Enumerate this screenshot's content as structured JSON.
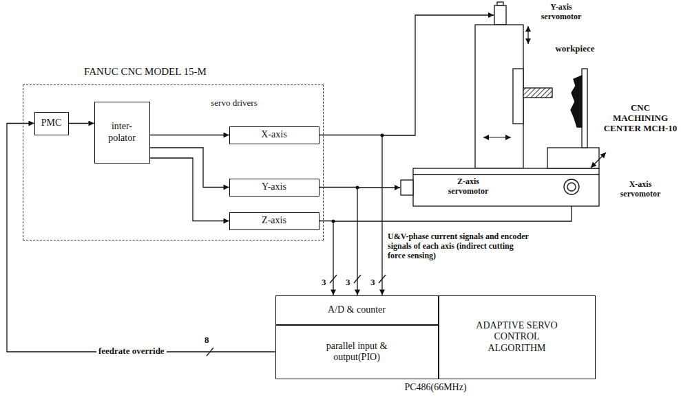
{
  "diagram": {
    "nodes": [
      {
        "text": [
          "FANUC CNC MODEL 15-M"
        ]
      },
      {
        "text": [
          "PMC"
        ],
        "in": 0
      },
      {
        "text": [
          "inter- polator"
        ],
        "in": 0
      },
      {
        "text": [
          "X-axis"
        ],
        "in": 0
      },
      {
        "text": [
          "Y-axis"
        ],
        "in": 0
      },
      {
        "text": [
          "Z-axis"
        ],
        "in": 0
      },
      {
        "text": [
          "PC486(66MHz)"
        ]
      },
      {
        "text": [
          "A/D & counter"
        ],
        "in": 6
      },
      {
        "text": [
          "parallel input & output(PIO)"
        ],
        "in": 6
      },
      {
        "text": [
          "ADAPTIVE SERVO CONTROL ALGORITHM"
        ],
        "in": 6
      }
    ],
    "edges": [
      {
        "from": 1,
        "to": 2,
        "arrow": "to"
      },
      {
        "from": 2,
        "to": 3,
        "arrow": "to"
      },
      {
        "from": 2,
        "to": 4,
        "arrow": "to"
      },
      {
        "from": 2,
        "to": 5,
        "arrow": "to"
      },
      {
        "from": 3,
        "to": 7,
        "label": "3",
        "arrow": "to"
      },
      {
        "from": 4,
        "to": 7,
        "label": "3",
        "arrow": "to"
      },
      {
        "from": 5,
        "to": 7,
        "label": "3",
        "arrow": "to"
      },
      {
        "from": 8,
        "to": 1,
        "label": "8",
        "arrow": "to"
      }
    ],
    "labels": [
      "servo drivers",
      "Y-axis servomotor",
      "workpiece",
      "CNC MACHINING CENTER MCH-10",
      "X-axis servomotor",
      "Z-axis servomotor",
      "U&V-phase current signals and encoder signals of each axis (indirect cutting force sensing)",
      "feedrate override"
    ]
  }
}
